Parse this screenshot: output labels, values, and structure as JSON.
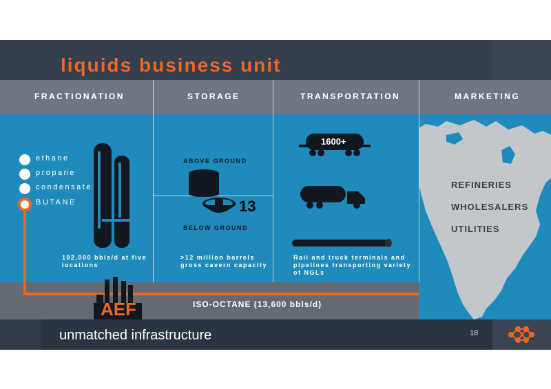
{
  "title": "liquids business unit",
  "columns": {
    "fractionation": "FRACTIONATION",
    "storage": "STORAGE",
    "transportation": "TRANSPORTATION",
    "marketing": "MARKETING"
  },
  "fractionation": {
    "products": [
      "ethane",
      "propane",
      "condensate",
      "BUTANE"
    ],
    "caption_line1": "102,000 bbls/d at five",
    "caption_line2": "locations"
  },
  "storage": {
    "above_ground": "ABOVE GROUND",
    "below_ground": "BELOW GROUND",
    "cavern_count": "13",
    "caption_line1": ">12 million barrels",
    "caption_line2": "gross cavern capacity"
  },
  "transportation": {
    "railcar_count": "1600+",
    "caption_line1": "Rail and truck terminals and",
    "caption_line2": "pipelines transporting variety",
    "caption_line3": "of NGLs"
  },
  "marketing": {
    "items": [
      "REFINERIES",
      "WHOLESALERS",
      "UTILITIES"
    ]
  },
  "iso_octane": "ISO-OCTANE (13,600 bbls/d)",
  "aef": "AEF",
  "footer": {
    "tagline": "unmatched infrastructure",
    "page_number": "18"
  },
  "colors": {
    "accent": "#f26522",
    "blue": "#1f8bbd",
    "dark": "#2e3a48"
  }
}
